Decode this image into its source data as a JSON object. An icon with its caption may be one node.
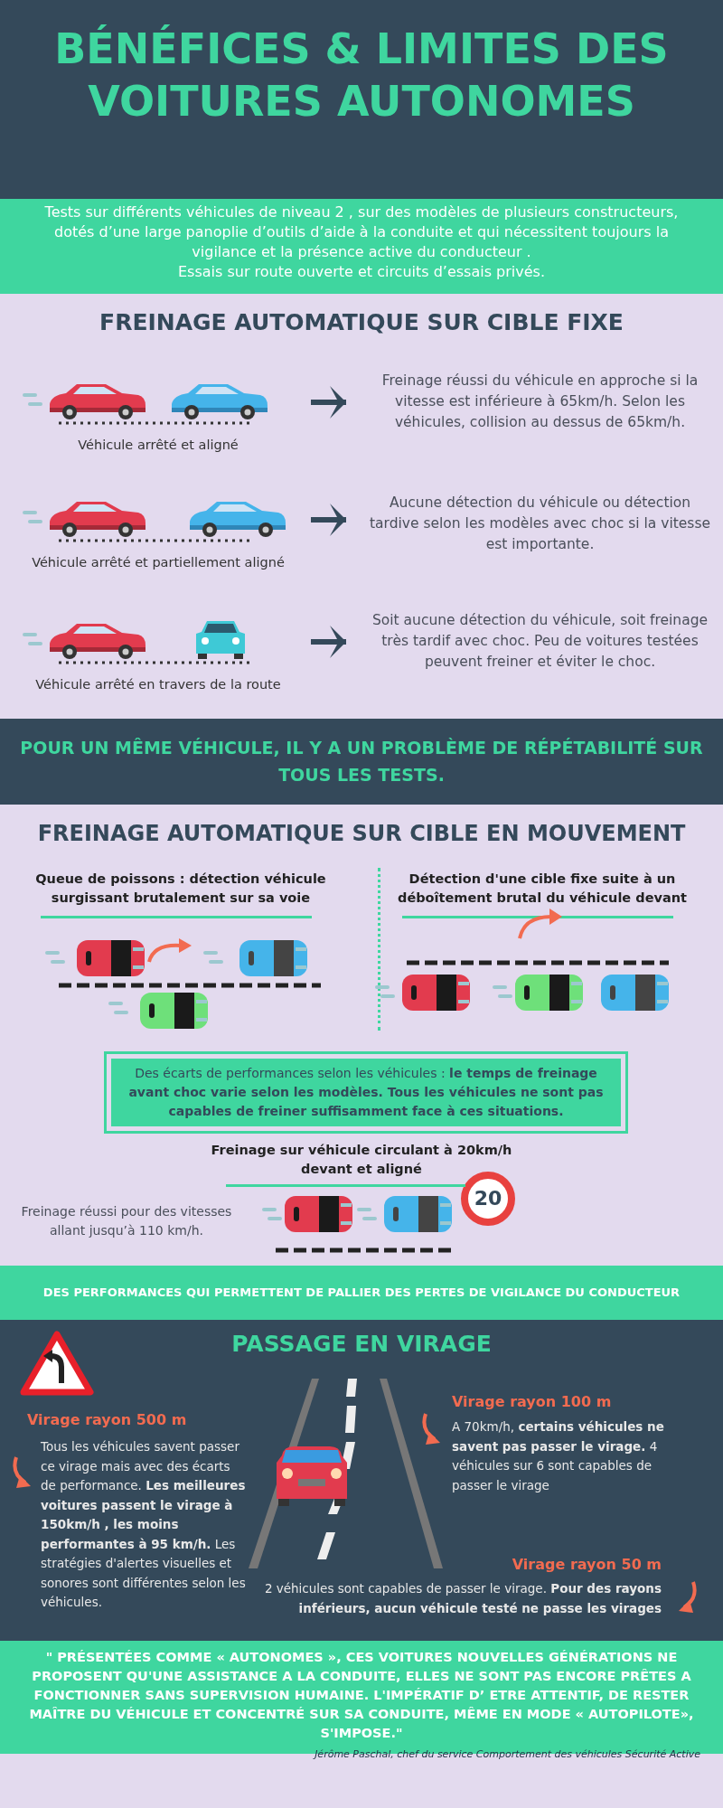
{
  "diagram": {
    "nodes": [
      {
        "text": [
          "BÉNÉFICES & LIMITES DES VOITURES AUTONOMES"
        ]
      },
      {
        "text": [
          "Tests sur différents véhicules de niveau 2 , sur des modèles de plusieurs constructeurs, dotés d’une large panoplie d’outils d’aide à la conduite et qui nécessitent toujours la vigilance et la présence active du conducteur .",
          "Essais sur route ouverte et circuits d’essais privés."
        ]
      },
      {
        "text": [
          "Véhicule arrêté et aligné"
        ]
      },
      {
        "text": [
          "Freinage réussi du véhicule en approche si la vitesse est inférieure à 65km/h. Selon les véhicules, collision au dessus de 65km/h."
        ]
      },
      {
        "text": [
          "Véhicule arrêté et partiellement aligné"
        ]
      },
      {
        "text": [
          "Aucune détection du véhicule ou détection tardive selon les modèles avec choc si la vitesse est importante."
        ]
      },
      {
        "text": [
          "Véhicule arrêté en travers de la route"
        ]
      },
      {
        "text": [
          "Soit aucune détection du véhicule, soit freinage très tardif avec choc. Peu de voitures testées peuvent freiner et éviter le choc."
        ]
      },
      {
        "text": [
          "POUR UN MÊME VÉHICULE, IL Y A UN PROBLÈME DE RÉPÉTABILITÉ SUR TOUS LES TESTS."
        ]
      },
      {
        "text": [
          "Des écarts de performances selon les véhicules : **le temps de freinage avant choc varie selon les modèles. Tous les véhicules ne sont pas capables de freiner suffisamment face à ces situations.**"
        ]
      },
      {
        "text": [
          "20"
        ]
      },
      {
        "text": [
          "DES PERFORMANCES QUI PERMETTENT DE PALLIER DES PERTES DE VIGILANCE DU CONDUCTEUR"
        ]
      },
      {
        "text": [
          "\" PRÉSENTÉES COMME « AUTONOMES », CES VOITURES NOUVELLES GÉNÉRATIONS NE PROPOSENT QU'UNE ASSISTANCE A LA CONDUITE, ELLES NE SONT PAS ENCORE PRÊTES A FONCTIONNER SANS SUPERVISION HUMAINE. L'IMPÉRATIF D’ ETRE ATTENTIF, DE RESTER MAÎTRE DU VÉHICULE ET CONCENTRÉ SUR SA CONDUITE, MÊME EN MODE « AUTOPILOTE», S'IMPOSE.\"",
          "Jérôme Paschal, chef du service Comportement des véhicules Sécurité Active"
        ]
      }
    ],
    "edges": [
      {
        "from": 2,
        "to": 3,
        "arrow": "to"
      },
      {
        "from": 4,
        "to": 5,
        "arrow": "to"
      },
      {
        "from": 6,
        "to": 7,
        "arrow": "to"
      }
    ],
    "labels": [
      "FREINAGE AUTOMATIQUE SUR CIBLE FIXE",
      "FREINAGE AUTOMATIQUE SUR CIBLE EN MOUVEMENT",
      "Queue de poissons : détection véhicule surgissant brutalement sur sa voie",
      "Détection d'une cible fixe suite à un déboîtement brutal du véhicule devant",
      "Freinage sur véhicule circulant à 20km/h devant et aligné",
      "Freinage réussi pour des vitesses allant jusqu’à 110 km/h.",
      "PASSAGE EN VIRAGE",
      "Virage rayon 500 m",
      "Tous les véhicules savent passer ce virage mais avec des écarts de performance. **Les meilleures voitures passent le virage à 150km/h , les moins performantes à 95 km/h.** Les stratégies d'alertes visuelles et sonores sont différentes selon les véhicules.",
      "Virage rayon 100 m",
      "A 70km/h, **certains véhicules ne savent pas passer le virage.** 4 véhicules sur 6 sont capables de passer le virage",
      "Virage rayon 50 m",
      "2 véhicules sont capables de passer le virage. **Pour des rayons inférieurs, aucun véhicule testé ne passe les virages**"
    ]
  }
}
